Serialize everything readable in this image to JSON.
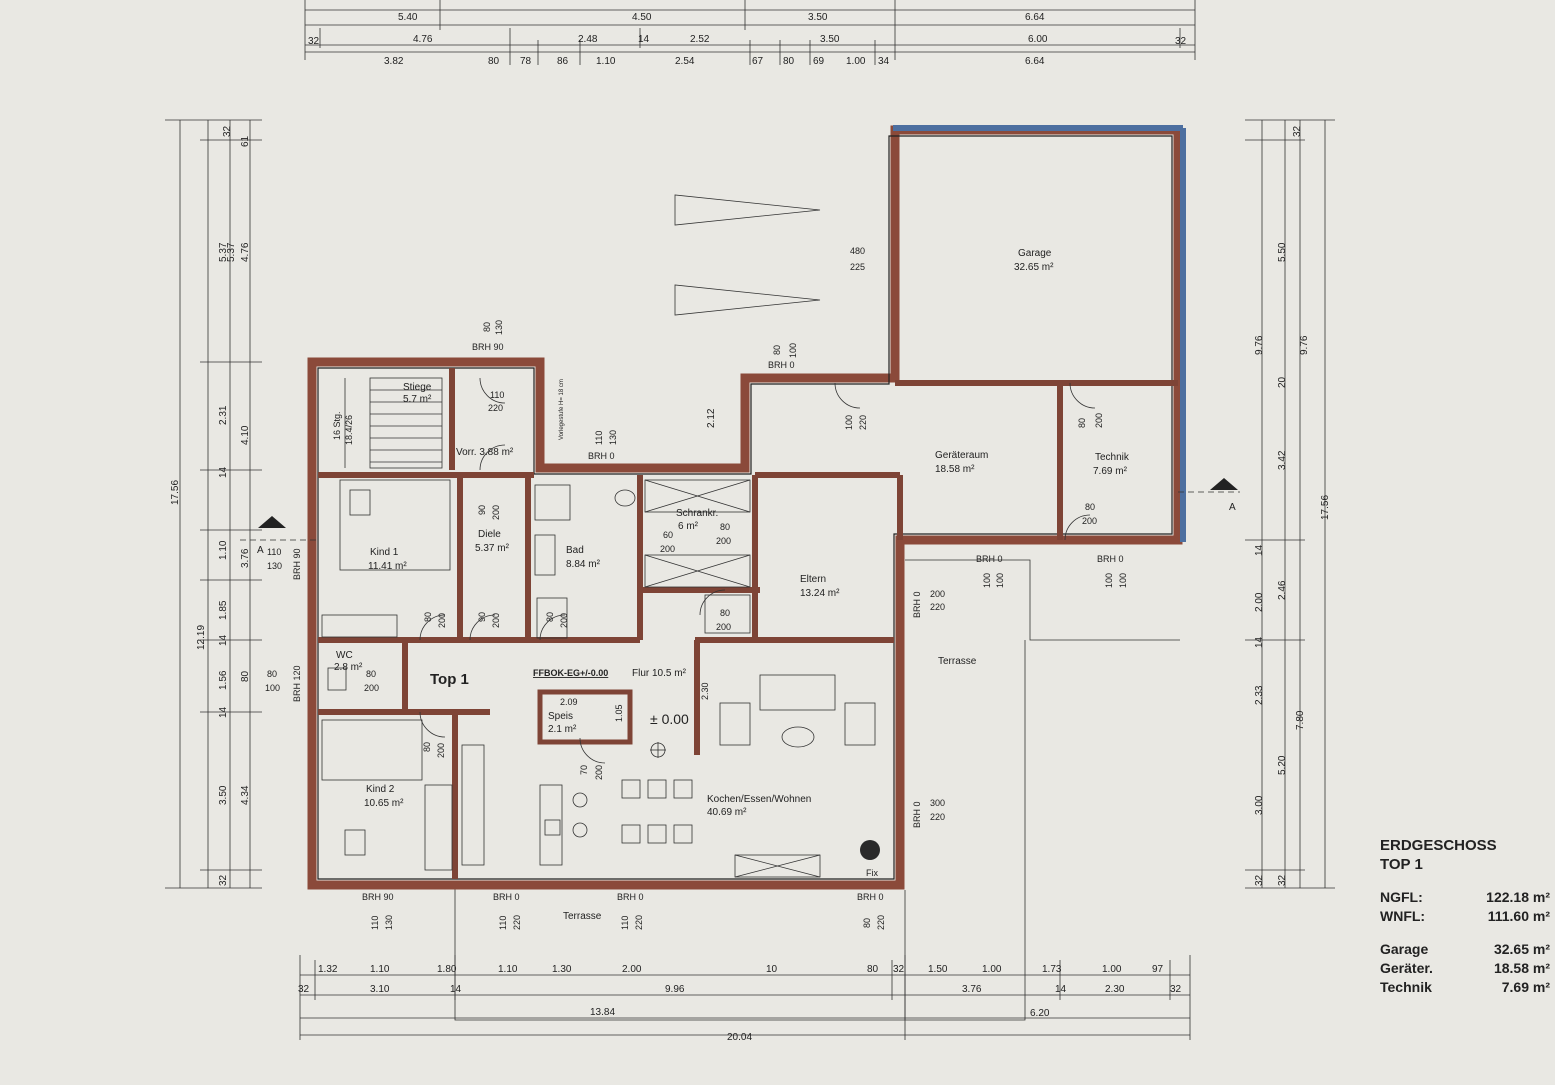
{
  "title": {
    "line1": "ERDGESCHOSS",
    "line2": "TOP 1"
  },
  "areas": [
    {
      "label": "NGFL:",
      "value": "122.18 m²"
    },
    {
      "label": "WNFL:",
      "value": "111.60 m²"
    }
  ],
  "aux_areas": [
    {
      "label": "Garage",
      "value": "32.65 m²"
    },
    {
      "label": "Geräter.",
      "value": "18.58 m²"
    },
    {
      "label": "Technik",
      "value": "7.69 m²"
    }
  ],
  "rooms": {
    "garage": {
      "name": "Garage",
      "area": "32.65 m²"
    },
    "geraeteraum": {
      "name": "Geräteraum",
      "area": "18.58 m²"
    },
    "technik": {
      "name": "Technik",
      "area": "7.69 m²"
    },
    "stiege": {
      "name": "Stiege",
      "area": "5.7 m²"
    },
    "vorr": {
      "name": "Vorr. 3.88  m²"
    },
    "kind1": {
      "name": "Kind 1",
      "area": "11.41 m²"
    },
    "diele": {
      "name": "Diele",
      "area": "5.37 m²"
    },
    "bad": {
      "name": "Bad",
      "area": "8.84 m²"
    },
    "schrankr": {
      "name": "Schrankr.",
      "area": "6 m²"
    },
    "eltern": {
      "name": "Eltern",
      "area": "13.24 m²"
    },
    "wc": {
      "name": "WC",
      "area": "2.8 m²"
    },
    "flur": {
      "name": "Flur 10.5 m²"
    },
    "speis": {
      "name": "Speis",
      "area": "2.1 m²"
    },
    "kind2": {
      "name": "Kind 2",
      "area": "10.65 m²"
    },
    "kochen": {
      "name": "Kochen/Essen/Wohnen",
      "area": "40.69 m²"
    },
    "terrasse_east": {
      "name": "Terrasse"
    },
    "terrasse_south": {
      "name": "Terrasse"
    }
  },
  "annotations": {
    "top1": "Top 1",
    "ffbok": "FFBOK-EG+/-0.00",
    "level": "± 0.00",
    "stairs_steps": "16 Stg.",
    "stairs_ratio": "18.4/26",
    "fix": "Fix",
    "section_a": "A",
    "speis_dim": "2.09",
    "vorlegestufe": "Vorlegestufe H= 18 cm"
  },
  "brh": {
    "top_stair": "BRH 90",
    "top_mid": "BRH 0",
    "vorr_door": "BRH 0",
    "kind1": "BRH 90",
    "wc": "BRH 120",
    "bottom_kind2": "BRH 90",
    "bottom_k1": "BRH 0",
    "bottom_k2": "BRH 0",
    "bottom_fix": "BRH 0",
    "east_eltern": "BRH 0",
    "east_kochen": "BRH 0",
    "geraet_s": "BRH 0",
    "technik_s": "BRH 0"
  },
  "openings": [
    {
      "w": "80",
      "h": "130"
    },
    {
      "w": "110",
      "h": "220"
    },
    {
      "w": "110",
      "h": "130"
    },
    {
      "w": "80",
      "h": "100"
    },
    {
      "w": "480",
      "h": "225"
    },
    {
      "w": "100",
      "h": "220"
    },
    {
      "w": "80",
      "h": "200"
    },
    {
      "w": "80",
      "h": "200"
    },
    {
      "w": "80",
      "h": "200"
    },
    {
      "w": "90",
      "h": "200"
    },
    {
      "w": "60",
      "h": "200"
    },
    {
      "w": "80",
      "h": "200"
    },
    {
      "w": "110",
      "h": "130"
    },
    {
      "w": "80",
      "h": "100"
    },
    {
      "w": "80",
      "h": "200"
    },
    {
      "w": "80",
      "h": "200"
    },
    {
      "w": "90",
      "h": "200"
    },
    {
      "w": "80",
      "h": "200"
    },
    {
      "w": "80",
      "h": "200"
    },
    {
      "w": "70",
      "h": "200"
    },
    {
      "w": "200",
      "h": "220"
    },
    {
      "w": "100",
      "h": "100"
    },
    {
      "w": "100",
      "h": "100"
    },
    {
      "w": "300",
      "h": "220"
    },
    {
      "w": "110",
      "h": "130"
    },
    {
      "w": "110",
      "h": "220"
    },
    {
      "w": "110",
      "h": "220"
    },
    {
      "w": "80",
      "h": "220"
    },
    {
      "w": "2.30",
      "h": ""
    },
    {
      "w": "1.05",
      "h": ""
    },
    {
      "w": "2.12",
      "h": ""
    }
  ],
  "dims_top": {
    "row1": [
      "5.40",
      "4.50",
      "3.50",
      "6.64"
    ],
    "row2": [
      "32",
      "4.76",
      "2.48",
      "14",
      "2.52",
      "3.50",
      "6.00",
      "32"
    ],
    "row3": [
      "3.82",
      "80",
      "78",
      "86",
      "1.10",
      "2.54",
      "67",
      "80",
      "69",
      "1.00",
      "34",
      "6.64"
    ]
  },
  "dims_bottom": {
    "row1": [
      "1.32",
      "1.10",
      "1.80",
      "1.10",
      "1.30",
      "2.00",
      "10",
      "80",
      "32",
      "1.50",
      "1.00",
      "1.73",
      "1.00",
      "97"
    ],
    "row2": [
      "32",
      "3.10",
      "14",
      "9.96",
      "3.76",
      "14",
      "2.30",
      "32"
    ],
    "row3": [
      "13.84",
      "6.20"
    ],
    "row4": [
      "20.04"
    ]
  },
  "dims_left": {
    "outer": "17.56",
    "mid": "12.19",
    "c1": [
      "5.37",
      "2.31",
      "14",
      "1.10",
      "1.85",
      "14",
      "1.56",
      "14",
      "3.50",
      "32"
    ],
    "c2": [
      "5.37",
      "4.10",
      "3.76",
      "80",
      "4.34"
    ],
    "c3": [
      "32",
      "61",
      "4.76"
    ]
  },
  "dims_right": {
    "outer": "17.56",
    "mid": "9.76",
    "mid2": "7.80",
    "c1": [
      "9.76",
      "14",
      "2.00",
      "14",
      "2.33",
      "3.00",
      "32"
    ],
    "c2": [
      "5.50",
      "20",
      "3.42",
      "2.46",
      "5.20",
      "32"
    ],
    "c3": [
      "32"
    ]
  }
}
